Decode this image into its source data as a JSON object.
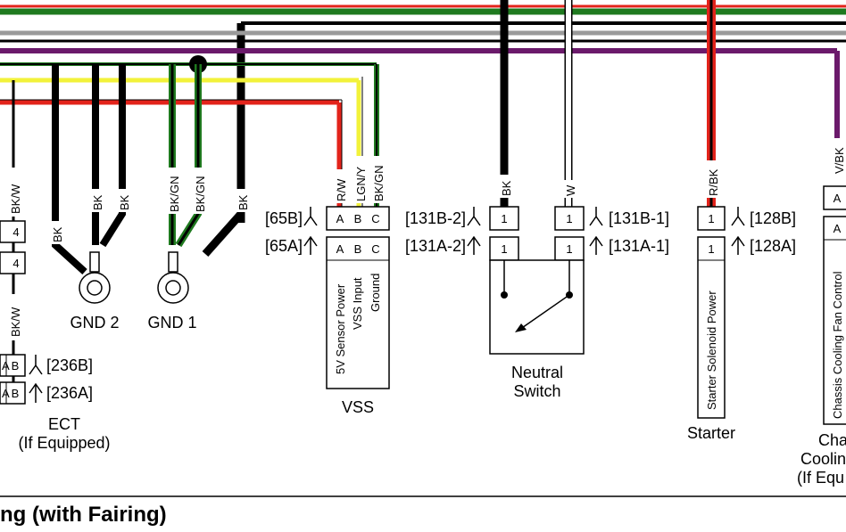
{
  "colors": {
    "black": "#000000",
    "red": "#e3231b",
    "green": "#1f7a1f",
    "yellow": "#f2f23a",
    "violet": "#6b1a6b",
    "gray": "#9a9a9a",
    "white": "#ffffff"
  },
  "wire_labels": {
    "bk_w_1": "BK/W",
    "bk_w_2": "BK/W",
    "bk_a": "BK",
    "bk_b": "BK",
    "bk_c": "BK",
    "bk_gn_1": "BK/GN",
    "bk_gn_2": "BK/GN",
    "bk_d": "BK",
    "r_w": "R/W",
    "lgn_y": "LGN/Y",
    "bk_gn_vss": "BK/GN",
    "bk_neutral": "BK",
    "w_neutral": "W",
    "r_bk": "R/BK",
    "v_bk": "V/BK"
  },
  "ground_labels": {
    "gnd2": "GND 2",
    "gnd1": "GND 1"
  },
  "connector_ids": {
    "c65b": "[65B]",
    "c65a": "[65A]",
    "c131b2": "[131B-2]",
    "c131a2": "[131A-2]",
    "c131b1": "[131B-1]",
    "c131a1": "[131A-1]",
    "c128b": "[128B]",
    "c128a": "[128A]",
    "c236b": "[236B]",
    "c236a": "[236A]"
  },
  "pins": {
    "vss_a": "A",
    "vss_b": "B",
    "vss_c": "C",
    "vss2_a": "A",
    "vss2_b": "B",
    "vss2_c": "C",
    "n_b2": "1",
    "n_a2": "1",
    "n_b1": "1",
    "n_a1": "1",
    "s_b": "1",
    "s_a": "1",
    "f_top": "A",
    "f_bot": "A",
    "ect_4a": "4",
    "ect_4b": "4",
    "ect_a1": "A",
    "ect_b1": "B",
    "ect_a2": "A",
    "ect_b2": "B"
  },
  "vss_functions": {
    "power": "5V Sensor Power",
    "input": "VSS Input",
    "ground": "Ground"
  },
  "starter_function": "Starter Solenoid Power",
  "fan_function": "Chassis Cooling Fan Control",
  "components": {
    "vss": "VSS",
    "neutral_1": "Neutral",
    "neutral_2": "Switch",
    "starter": "Starter",
    "ect_1": "ECT",
    "ect_2": "(If Equipped)",
    "fan_1": "Cha",
    "fan_2": "Coolin",
    "fan_3": "(If Equ"
  },
  "footer_title": "ng (with Fairing)"
}
